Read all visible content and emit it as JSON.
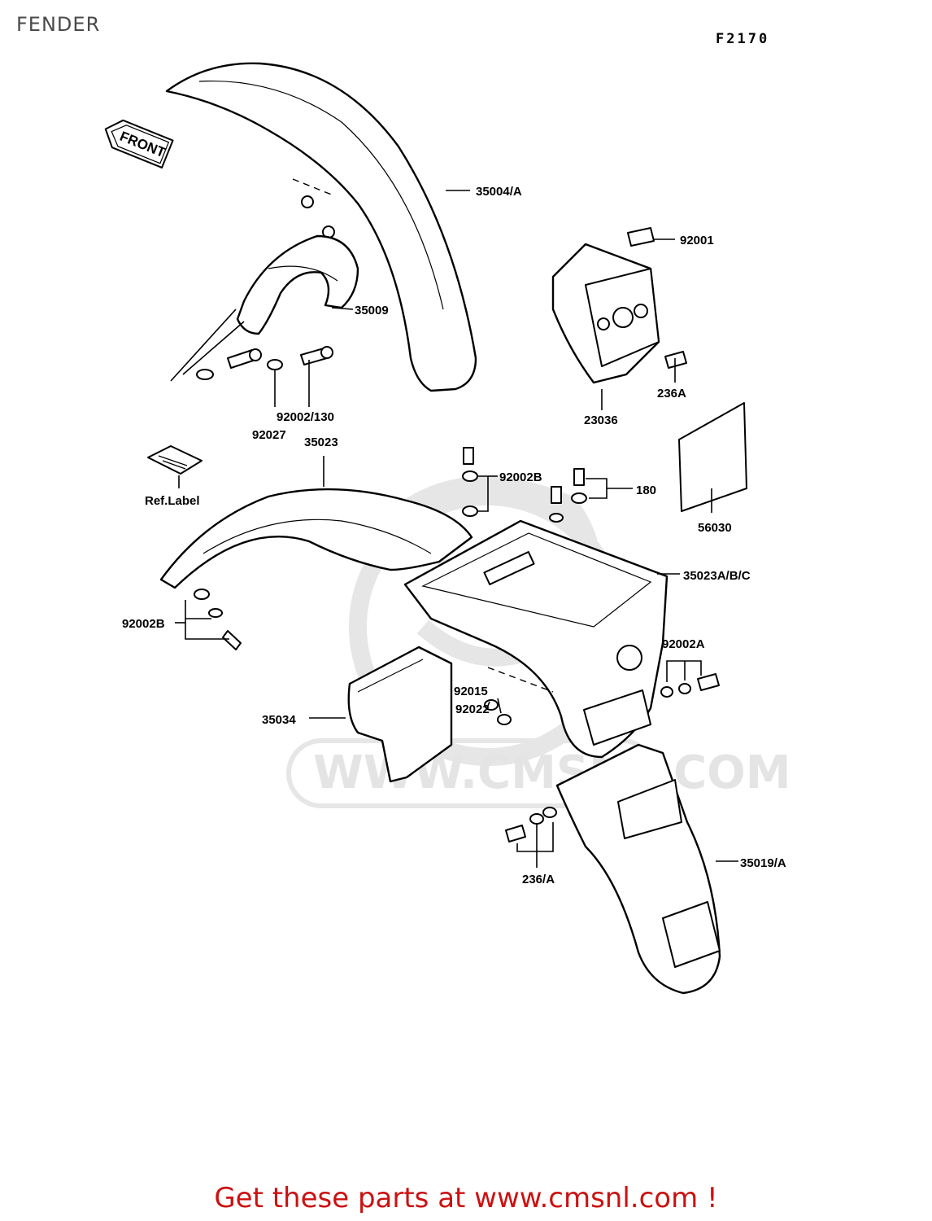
{
  "header": {
    "title": "FENDER",
    "figure_code": "F2170"
  },
  "arrow_label": "FRONT",
  "watermark": "WWW.CMSNL.COM",
  "labels": {
    "p35004A": "35004/A",
    "p92001": "92001",
    "p35009": "35009",
    "p236A": "236A",
    "p23036": "23036",
    "p92002_130": "92002/130",
    "p92027": "92027",
    "p35023": "35023",
    "refLabel": "Ref.Label",
    "p92002B_top": "92002B",
    "p180": "180",
    "p56030": "56030",
    "p35023ABC": "35023A/B/C",
    "p92002B_left": "92002B",
    "p92002A": "92002A",
    "p92015": "92015",
    "p92022": "92022",
    "p35034": "35034",
    "p35019A": "35019/A",
    "p236_A": "236/A"
  },
  "footer": {
    "text": "Get these parts at www.cmsnl.com !"
  },
  "colors": {
    "footer_text": "#cc1111",
    "watermark": "#e4e4e4",
    "line": "#000000"
  }
}
